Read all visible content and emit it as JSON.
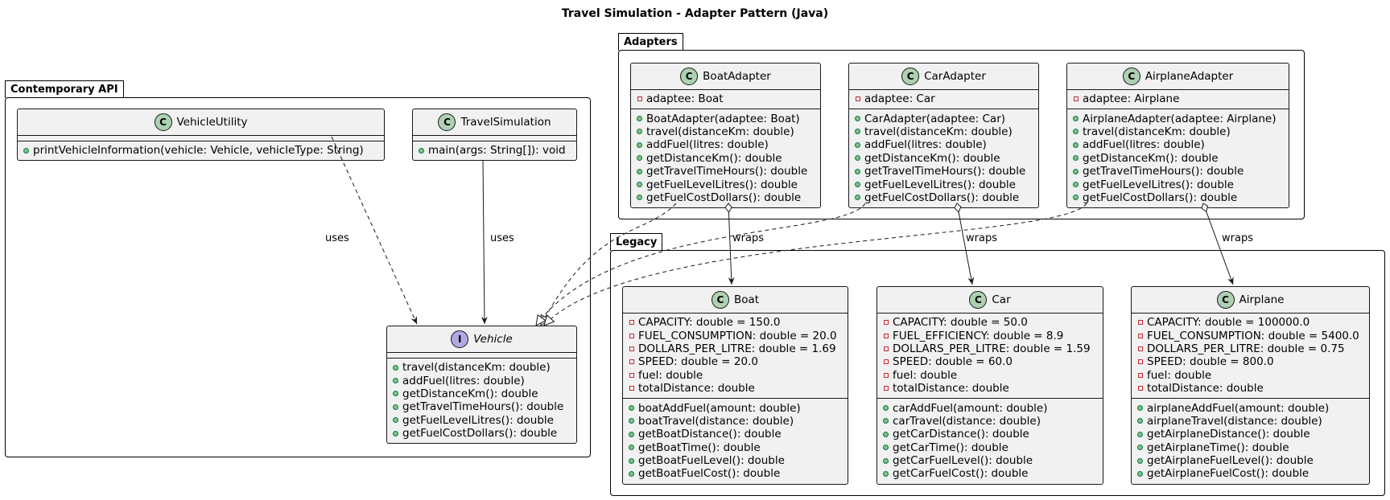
{
  "title": "Travel Simulation - Adapter Pattern (Java)",
  "packages": {
    "contemporary": "Contemporary API",
    "adapters": "Adapters",
    "legacy": "Legacy"
  },
  "classes": {
    "vehicle_utility": {
      "name": "VehicleUtility",
      "kind": "C",
      "fields": [],
      "methods": [
        "printVehicleInformation(vehicle: Vehicle, vehicleType: String)"
      ]
    },
    "travel_simulation": {
      "name": "TravelSimulation",
      "kind": "C",
      "fields": [],
      "methods": [
        "main(args: String[]): void"
      ]
    },
    "vehicle": {
      "name": "Vehicle",
      "kind": "I",
      "fields": [],
      "methods": [
        "travel(distanceKm: double)",
        "addFuel(litres: double)",
        "getDistanceKm(): double",
        "getTravelTimeHours(): double",
        "getFuelLevelLitres(): double",
        "getFuelCostDollars(): double"
      ]
    },
    "boat_adapter": {
      "name": "BoatAdapter",
      "kind": "C",
      "fields": [
        "adaptee: Boat"
      ],
      "methods": [
        "BoatAdapter(adaptee: Boat)",
        "travel(distanceKm: double)",
        "addFuel(litres: double)",
        "getDistanceKm(): double",
        "getTravelTimeHours(): double",
        "getFuelLevelLitres(): double",
        "getFuelCostDollars(): double"
      ]
    },
    "car_adapter": {
      "name": "CarAdapter",
      "kind": "C",
      "fields": [
        "adaptee: Car"
      ],
      "methods": [
        "CarAdapter(adaptee: Car)",
        "travel(distanceKm: double)",
        "addFuel(litres: double)",
        "getDistanceKm(): double",
        "getTravelTimeHours(): double",
        "getFuelLevelLitres(): double",
        "getFuelCostDollars(): double"
      ]
    },
    "airplane_adapter": {
      "name": "AirplaneAdapter",
      "kind": "C",
      "fields": [
        "adaptee: Airplane"
      ],
      "methods": [
        "AirplaneAdapter(adaptee: Airplane)",
        "travel(distanceKm: double)",
        "addFuel(litres: double)",
        "getDistanceKm(): double",
        "getTravelTimeHours(): double",
        "getFuelLevelLitres(): double",
        "getFuelCostDollars(): double"
      ]
    },
    "boat": {
      "name": "Boat",
      "kind": "C",
      "fields": [
        "CAPACITY: double = 150.0",
        "FUEL_CONSUMPTION: double = 20.0",
        "DOLLARS_PER_LITRE: double = 1.69",
        "SPEED: double = 20.0",
        "fuel: double",
        "totalDistance: double"
      ],
      "methods": [
        "boatAddFuel(amount: double)",
        "boatTravel(distance: double)",
        "getBoatDistance(): double",
        "getBoatTime(): double",
        "getBoatFuelLevel(): double",
        "getBoatFuelCost(): double"
      ]
    },
    "car": {
      "name": "Car",
      "kind": "C",
      "fields": [
        "CAPACITY: double = 50.0",
        "FUEL_EFFICIENCY: double = 8.9",
        "DOLLARS_PER_LITRE: double = 1.59",
        "SPEED: double = 60.0",
        "fuel: double",
        "totalDistance: double"
      ],
      "methods": [
        "carAddFuel(amount: double)",
        "carTravel(distance: double)",
        "getCarDistance(): double",
        "getCarTime(): double",
        "getCarFuelLevel(): double",
        "getCarFuelCost(): double"
      ]
    },
    "airplane": {
      "name": "Airplane",
      "kind": "C",
      "fields": [
        "CAPACITY: double = 100000.0",
        "FUEL_CONSUMPTION: double = 5400.0",
        "DOLLARS_PER_LITRE: double = 0.75",
        "SPEED: double = 800.0",
        "fuel: double",
        "totalDistance: double"
      ],
      "methods": [
        "airplaneAddFuel(amount: double)",
        "airplaneTravel(distance: double)",
        "getAirplaneDistance(): double",
        "getAirplaneTime(): double",
        "getAirplaneFuelLevel(): double",
        "getAirplaneFuelCost(): double"
      ]
    }
  },
  "edge_labels": {
    "utility_uses": "uses",
    "sim_uses": "uses",
    "boat_wraps": "wraps",
    "car_wraps": "wraps",
    "airplane_wraps": "wraps"
  }
}
